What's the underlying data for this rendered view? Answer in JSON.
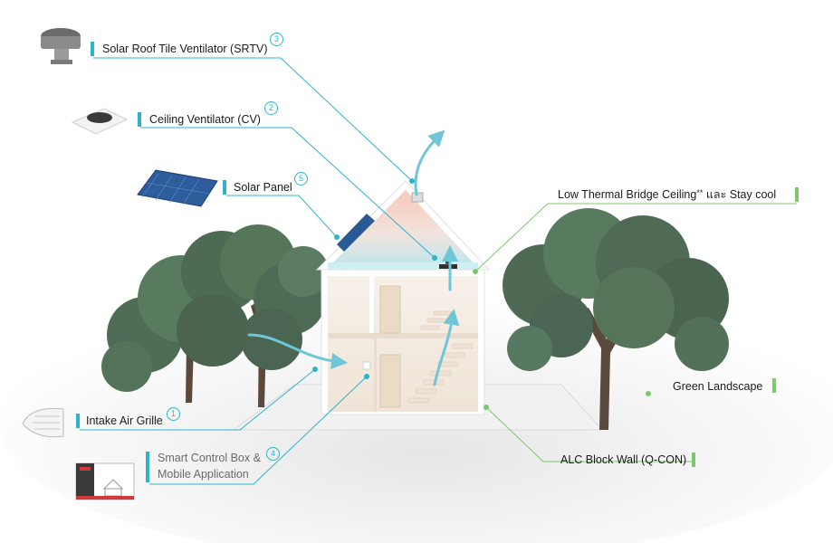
{
  "colors": {
    "teal": "#2fb3c9",
    "green": "#7cc96b",
    "tree": "#4e6a55",
    "wall": "#f4ede6"
  },
  "callouts": {
    "srtv": {
      "label": "Solar Roof Tile Ventilator (SRTV)",
      "number": "3"
    },
    "cv": {
      "label": "Ceiling Ventilator (CV)",
      "number": "2"
    },
    "solar": {
      "label": "Solar Panel",
      "number": "5"
    },
    "ceiling": {
      "label": "Low Thermal Bridge Ceiling",
      "stars": "**",
      "suffix": "และ Stay cool"
    },
    "intake": {
      "label": "Intake Air Grille",
      "number": "1"
    },
    "smart": {
      "line1": "Smart Control Box &",
      "line2": "Mobile Application",
      "number": "4"
    },
    "green": {
      "label": "Green Landscape"
    },
    "alc": {
      "label": "ALC Block Wall (Q-CON)"
    }
  },
  "icons": [
    "srtv-device-icon",
    "ceiling-ventilator-icon",
    "solar-panel-icon",
    "intake-grille-icon",
    "smart-control-app-icon"
  ]
}
